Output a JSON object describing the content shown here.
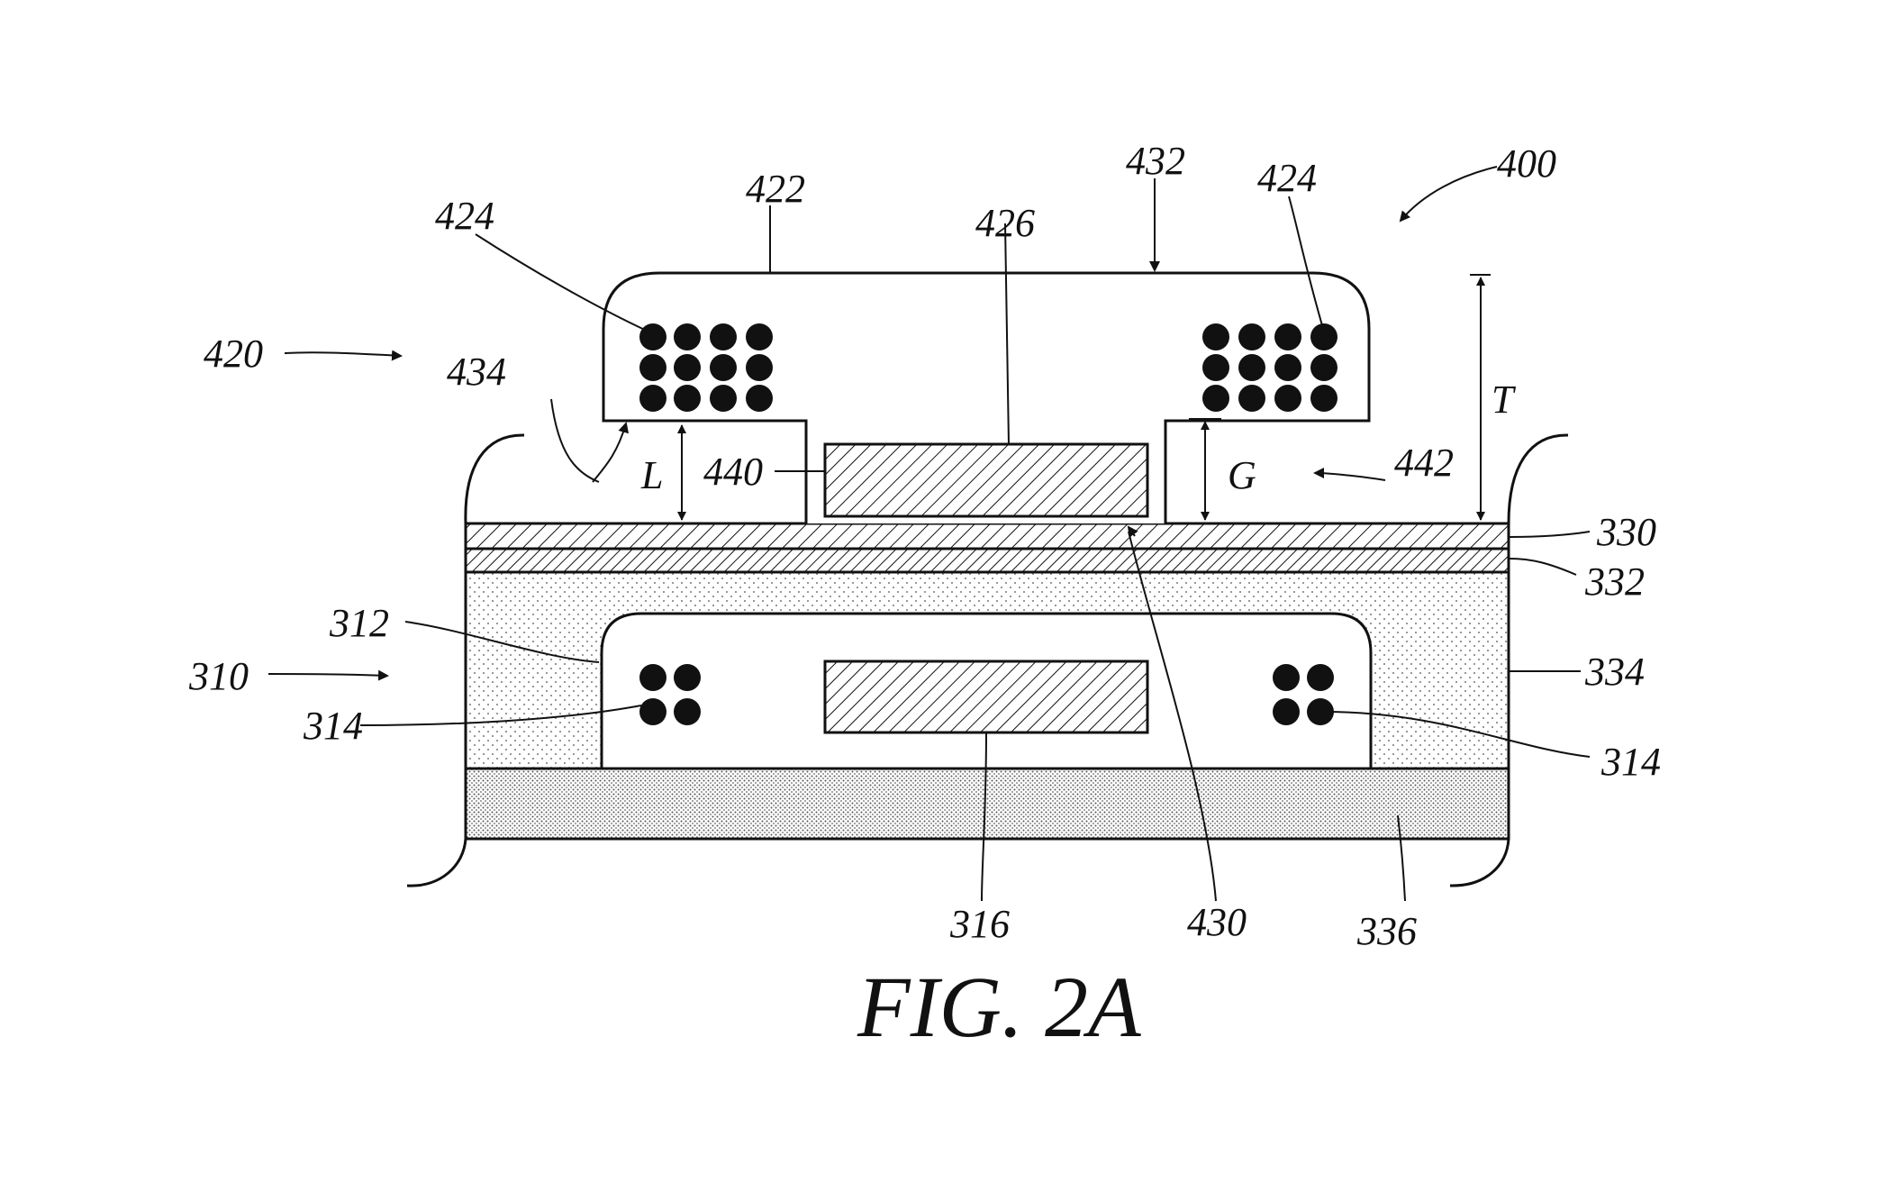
{
  "figure": {
    "caption": "FIG. 2A"
  },
  "labels": {
    "device_400": "400",
    "top_422": "422",
    "arrow_432": "432",
    "coil_424_left": "424",
    "coil_424_right": "424",
    "core_426": "426",
    "module_420": "420",
    "edge_434": "434",
    "gap_440": "440",
    "gap_442": "442",
    "dim_L": "L",
    "dim_G": "G",
    "dim_T": "T",
    "layer_330": "330",
    "layer_332": "332",
    "layer_334": "334",
    "layer_336": "336",
    "housing_312": "312",
    "module_310": "310",
    "coil_314_left": "314",
    "coil_314_right": "314",
    "core_316": "316",
    "surface_430": "430"
  }
}
